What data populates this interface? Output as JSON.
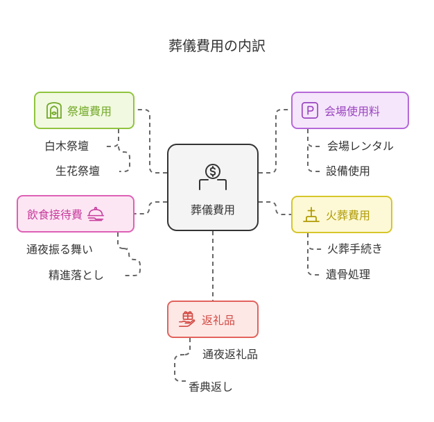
{
  "title": "葬儀費用の内訳",
  "center": {
    "label": "葬儀費用",
    "icon": "money-box-icon"
  },
  "categories": {
    "saidan": {
      "label": "祭壇費用",
      "icon": "altar-icon",
      "color": "#8fc43e",
      "items": [
        "白木祭壇",
        "生花祭壇"
      ]
    },
    "inshoku": {
      "label": "飲食接待費",
      "icon": "food-tray-icon",
      "color": "#dd60b5",
      "items": [
        "通夜振る舞い",
        "精進落とし"
      ]
    },
    "kaijo": {
      "label": "会場使用料",
      "icon": "parking-icon",
      "color": "#b568d8",
      "items": [
        "会場レンタル",
        "設備使用"
      ]
    },
    "kaso": {
      "label": "火葬費用",
      "icon": "grave-icon",
      "color": "#d6c52a",
      "items": [
        "火葬手続き",
        "遺骨処理"
      ]
    },
    "henrei": {
      "label": "返礼品",
      "icon": "gift-icon",
      "color": "#e2625c",
      "items": [
        "通夜返礼品",
        "香典返し"
      ]
    }
  }
}
